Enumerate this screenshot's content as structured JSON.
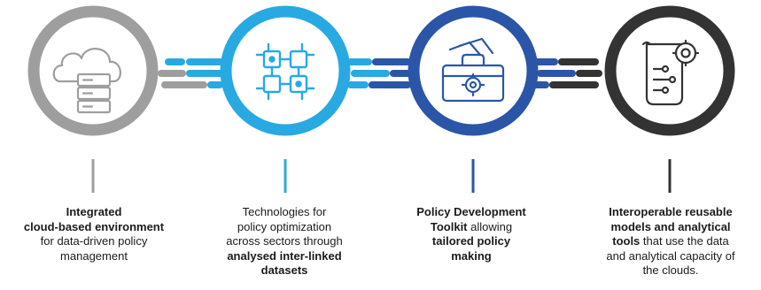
{
  "steps": [
    {
      "id": "cloud",
      "icon": "cloud-server-icon",
      "color": "#9e9e9e",
      "caption": [
        {
          "text": "Integrated",
          "bold": true
        },
        {
          "br": true
        },
        {
          "text": "cloud-based environment",
          "bold": true
        },
        {
          "br": true
        },
        {
          "text": "for data-driven policy",
          "bold": false
        },
        {
          "br": true
        },
        {
          "text": "management",
          "bold": false
        }
      ]
    },
    {
      "id": "technologies",
      "icon": "circuit-chip-icon",
      "color": "#29a9e1",
      "caption": [
        {
          "text": "Technologies for",
          "bold": false
        },
        {
          "br": true
        },
        {
          "text": "policy optimization",
          "bold": false
        },
        {
          "br": true
        },
        {
          "text": "across sectors through",
          "bold": false
        },
        {
          "br": true
        },
        {
          "text": "analysed inter-linked",
          "bold": true
        },
        {
          "br": true
        },
        {
          "text": "datasets",
          "bold": true
        }
      ]
    },
    {
      "id": "toolkit",
      "icon": "toolkit-briefcase-icon",
      "color": "#2b56a8",
      "caption": [
        {
          "text": "Policy Development",
          "bold": true
        },
        {
          "br": true
        },
        {
          "text": "Toolkit",
          "bold": true
        },
        {
          "text": " allowing",
          "bold": false
        },
        {
          "br": true
        },
        {
          "text": "tailored policy",
          "bold": true
        },
        {
          "br": true
        },
        {
          "text": "making",
          "bold": true
        }
      ]
    },
    {
      "id": "models",
      "icon": "document-gear-icon",
      "color": "#333333",
      "caption": [
        {
          "text": "Interoperable reusable",
          "bold": true
        },
        {
          "br": true
        },
        {
          "text": "models and analytical",
          "bold": true
        },
        {
          "br": true
        },
        {
          "text": "tools",
          "bold": true
        },
        {
          "text": " that use the data",
          "bold": false
        },
        {
          "br": true
        },
        {
          "text": "and analytical capacity of",
          "bold": false
        },
        {
          "br": true
        },
        {
          "text": "the clouds.",
          "bold": false
        }
      ]
    }
  ]
}
